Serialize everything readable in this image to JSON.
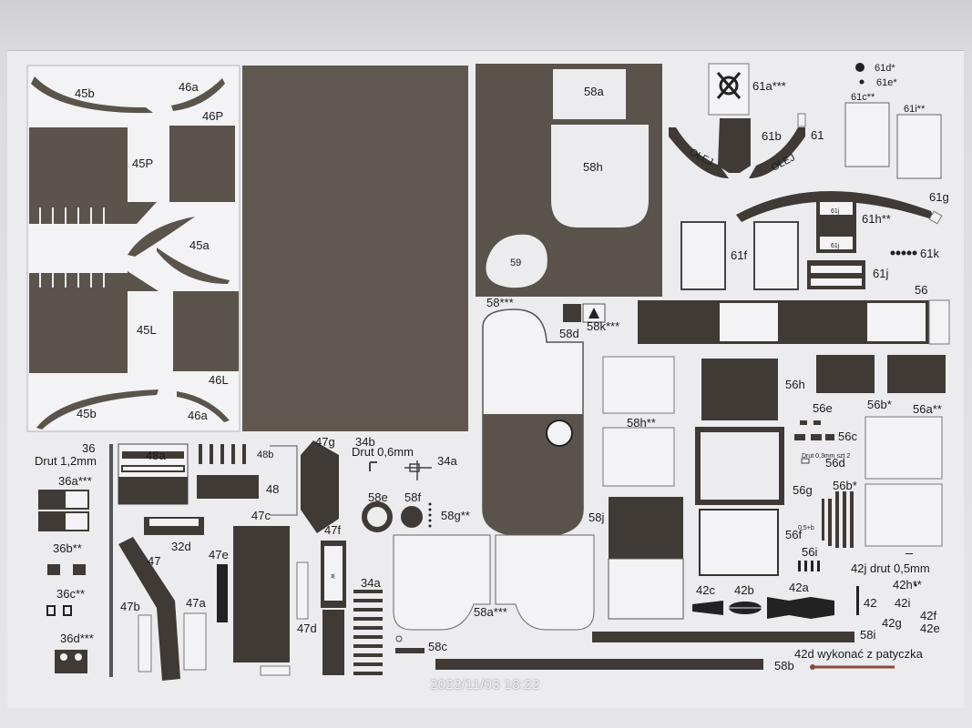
{
  "timestamp": "2022/11/03 18:22",
  "colors": {
    "part": "#5b544c",
    "part_dark": "#3f3a35",
    "paper": "#ececef",
    "outline": "#555555"
  },
  "labels": {
    "l45b_top": "45b",
    "l46a_top": "46a",
    "l46P": "46P",
    "l45P": "45P",
    "l45a": "45a",
    "l45L": "45L",
    "l46L": "46L",
    "l45b_bot": "45b",
    "l46a_bot": "46a",
    "l58a": "58a",
    "l58h": "58h",
    "l59": "59",
    "l61a": "61a***",
    "l61b": "61b",
    "l61": "61",
    "l61d": "61d*",
    "l61e": "61e*",
    "l61c": "61c**",
    "l61i": "61i**",
    "l61g": "61g",
    "l61h": "61h**",
    "l61j_a": "61j",
    "l61j_b": "61j",
    "l61f": "61f",
    "l61k": "61k",
    "l61j": "61j",
    "l56": "56",
    "l58_3": "58***",
    "l58d": "58d",
    "l58k": "58k***",
    "l58h2": "58h**",
    "l56h": "56h",
    "l56e": "56e",
    "l56b": "56b*",
    "l56a": "56a**",
    "l56c": "56c",
    "drut03": "Drut 0,3mm szt 2",
    "l56d": "56d",
    "l56g": "56g",
    "l56b2": "56b*",
    "l05b": "0,5+b",
    "l56f": "56f",
    "l56i": "56i",
    "l42j": "42j drut 0,5mm",
    "l42h": "42h**",
    "l42": "42",
    "l42i": "42i",
    "l42f": "42f",
    "l42g": "42g",
    "l42e": "42e",
    "l42c": "42c",
    "l42b": "42b",
    "l42a": "42a",
    "l58i": "58i",
    "l42d": "42d wykonać z patyczka",
    "l58b": "58b",
    "l58j": "58j",
    "l58a3": "58a***",
    "l58c": "58c",
    "l36": "36",
    "drut12": "Drut 1,2mm",
    "l36a": "36a***",
    "l36b": "36b**",
    "l36c": "36c**",
    "l36d": "36d***",
    "l48a": "48a",
    "l48b": "48b",
    "l48": "48",
    "l47c": "47c",
    "l32d": "32d",
    "l47": "47",
    "l47e": "47e",
    "l47b": "47b",
    "l47a": "47a",
    "l47g": "47g",
    "l47f": "47f",
    "l47d": "47d",
    "l34b": "34b",
    "drut06": "Drut 0,6mm",
    "l34a_top": "34a",
    "l58e": "58e",
    "l58f": "58f",
    "l58g": "58g**",
    "l34a_bot": "34a",
    "w": "w",
    "olej1": "OLEJ",
    "olej2": "OLEJ"
  }
}
